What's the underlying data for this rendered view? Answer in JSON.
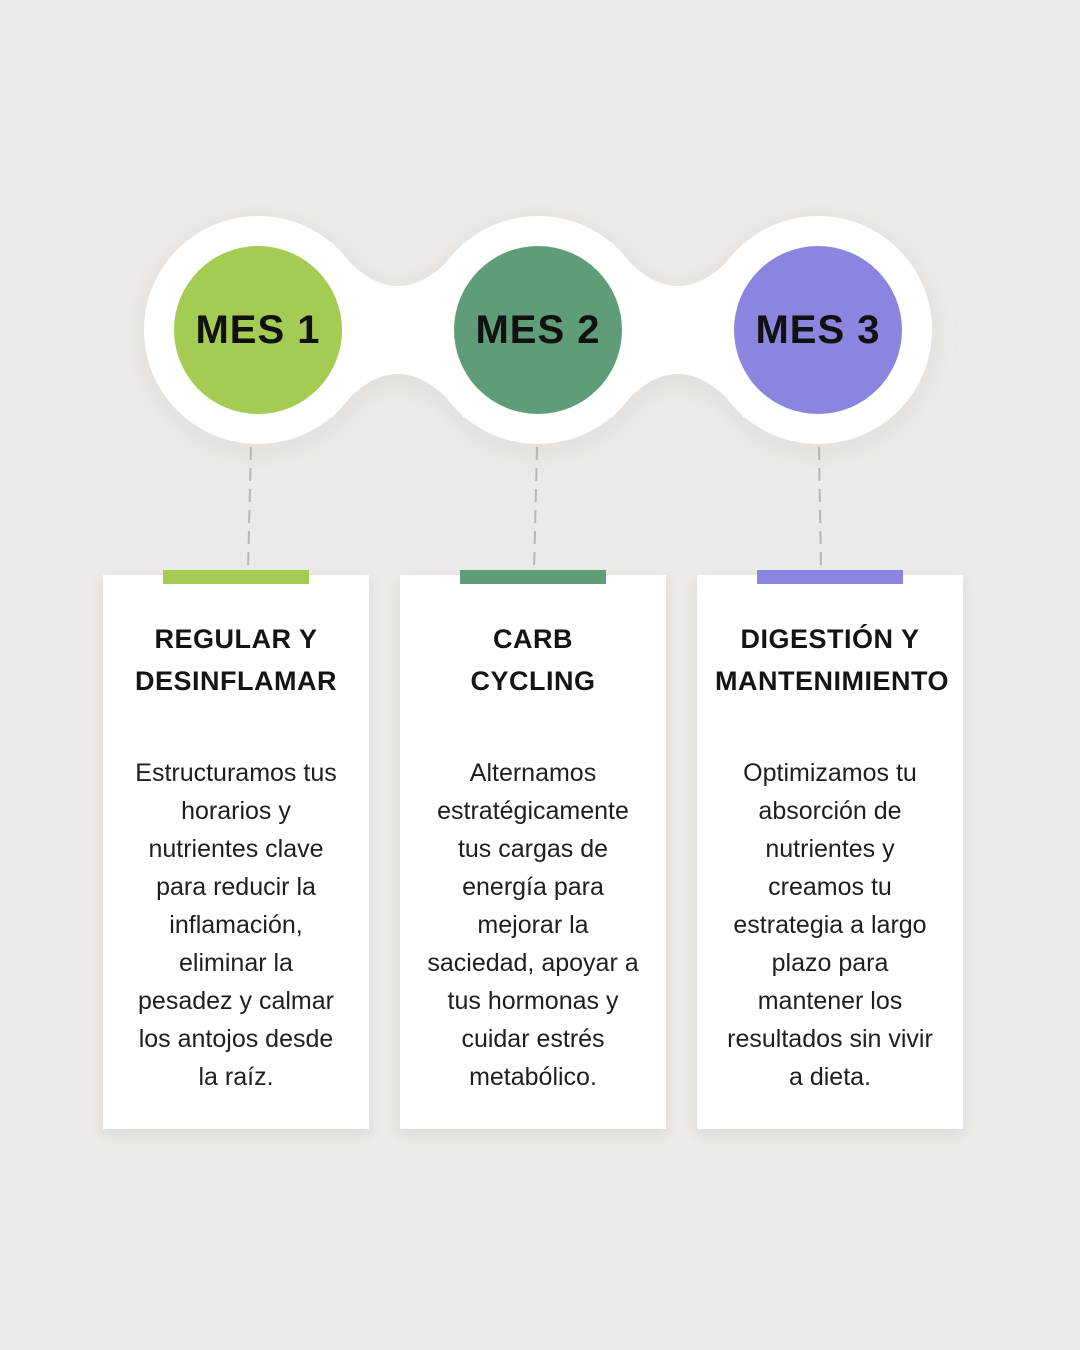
{
  "palette": {
    "background": "#ece9e6",
    "card_background": "#ffffff",
    "blob_white": "#ffffff",
    "dashed_line": "#b9b5b2",
    "title_text": "#141414",
    "body_text": "#1e1e1e",
    "month1_accent": "#a5cb52",
    "month2_accent": "#5e9d77",
    "month3_accent": "#8b85e0"
  },
  "months": [
    {
      "label": "MES 1",
      "color": "#a5cb52",
      "title": "REGULAR Y DESINFLAMAR",
      "title_lines": [
        "REGULAR Y",
        "DESINFLAMAR"
      ],
      "body": "Estructuramos tus horarios y nutrientes clave para reducir la inflamación, eliminar la pesadez y calmar los antojos desde la raíz."
    },
    {
      "label": "MES 2",
      "color": "#5e9d77",
      "title": "CARB CYCLING",
      "title_lines": [
        "CARB",
        "CYCLING"
      ],
      "body": "Alternamos estratégicamente tus cargas de energía para mejorar la saciedad, apoyar a tus hormonas y cuidar estrés metabólico."
    },
    {
      "label": "MES 3",
      "color": "#8b85e0",
      "title": "DIGESTIÓN Y MANTENIMIENTO",
      "title_lines": [
        "DIGESTIÓN Y",
        "MANTENIMIENTO"
      ],
      "body": "Optimizamos tu absorción de nutrientes y creamos tu estrategia a largo plazo para mantener los resultados sin vivir a dieta."
    }
  ]
}
